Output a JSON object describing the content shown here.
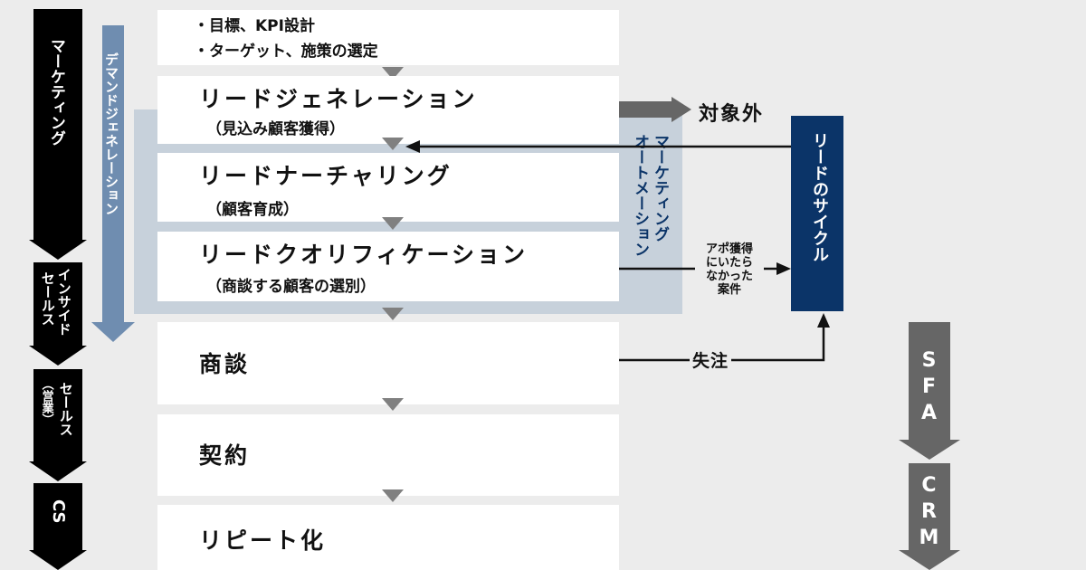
{
  "stages": {
    "marketing": "マーケティング",
    "inside_sales": [
      "インサイド",
      "セールス"
    ],
    "field_sales": [
      "セールス",
      "（営業）"
    ],
    "cs": "CS"
  },
  "demand_generation": "デマンドジェネレーション",
  "top_box": {
    "bullet1": "・目標、KPI設計",
    "bullet2": "・ターゲット、施策の選定"
  },
  "processes": [
    {
      "title": "リードジェネレーション",
      "sub": "（見込み顧客獲得）"
    },
    {
      "title": "リードナーチャリング",
      "sub": "（顧客育成）"
    },
    {
      "title": "リードクオリフィケーション",
      "sub": "（商談する顧客の選別）"
    },
    {
      "title": "商談",
      "sub": ""
    },
    {
      "title": "契約",
      "sub": ""
    },
    {
      "title": "リピート化",
      "sub": ""
    }
  ],
  "marketing_automation": [
    "マーケティング",
    "オートメーション"
  ],
  "out_of_scope": "対象外",
  "lead_cycle": "リードのサイクル",
  "appo_note": [
    "アポ獲得",
    "にいたら",
    "なかった",
    "案件"
  ],
  "lost_order": "失注",
  "sfa": "SFA",
  "crm": "CRM",
  "colors": {
    "navy": "#0b3468",
    "demand_blue": "#6f8db0",
    "band": "#c7d1db",
    "gray_arrow": "#666666",
    "black": "#000000"
  }
}
